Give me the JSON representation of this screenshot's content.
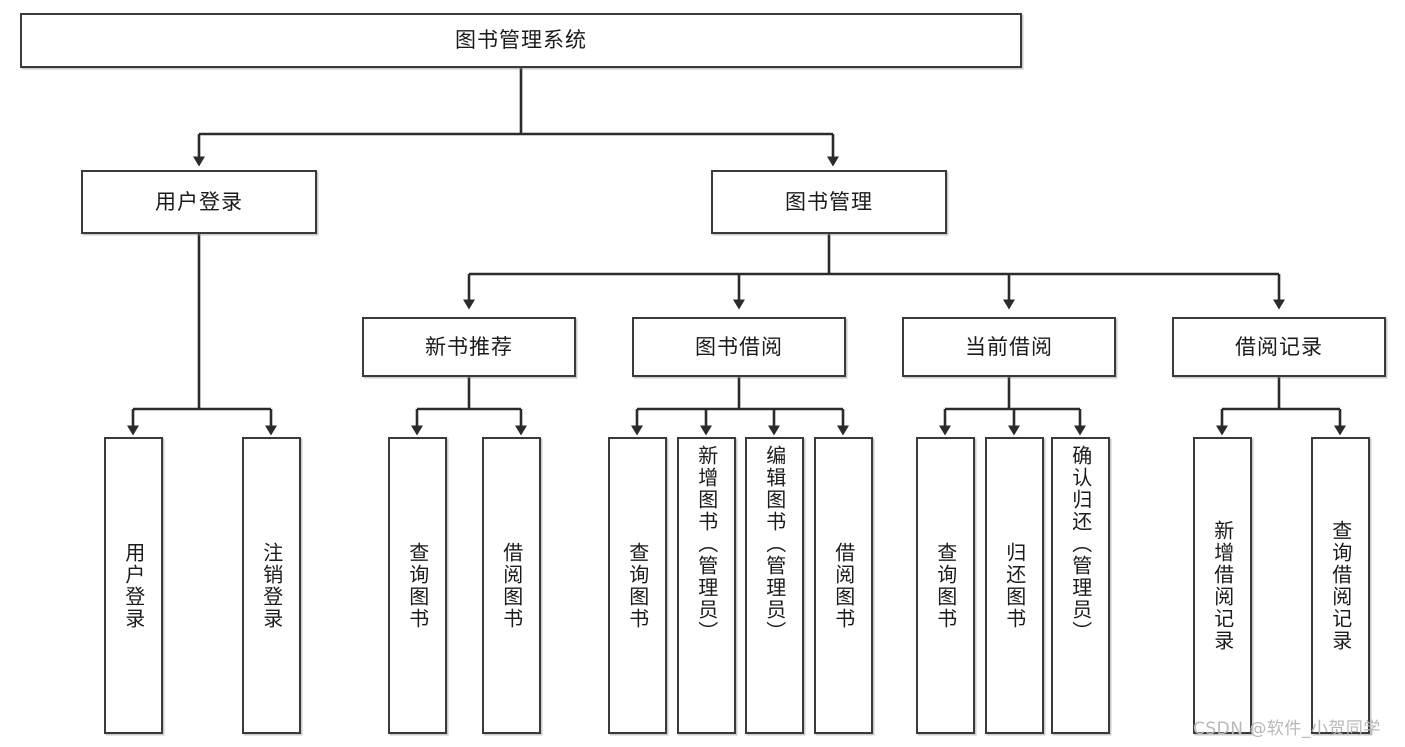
{
  "diagram": {
    "title": "图书管理系统",
    "type": "hierarchy-tree",
    "watermark": "CSDN @软件_小贺同学",
    "colors": {
      "background": "#ffffff",
      "box_border": "#3a3a3a",
      "box_fill": "#ffffff",
      "connector": "#2b2b2b",
      "text": "#1b1b1b",
      "watermark": "#b9b9b9"
    },
    "root": {
      "label": "图书管理系统"
    },
    "level2": [
      {
        "id": "user-login",
        "label": "用户登录"
      },
      {
        "id": "book-manage",
        "label": "图书管理"
      }
    ],
    "level3": [
      {
        "id": "new-book-rec",
        "label": "新书推荐",
        "parent": "book-manage"
      },
      {
        "id": "book-borrow",
        "label": "图书借阅",
        "parent": "book-manage"
      },
      {
        "id": "current-borrow",
        "label": "当前借阅",
        "parent": "book-manage"
      },
      {
        "id": "borrow-record",
        "label": "借阅记录",
        "parent": "book-manage"
      }
    ],
    "leaves": {
      "user-login": [
        {
          "id": "leaf-user-login",
          "label": "用户登录"
        },
        {
          "id": "leaf-user-logout",
          "label": "注销登录"
        }
      ],
      "new-book-rec": [
        {
          "id": "leaf-rec-query-book",
          "label": "查询图书"
        },
        {
          "id": "leaf-rec-borrow-book",
          "label": "借阅图书"
        }
      ],
      "book-borrow": [
        {
          "id": "leaf-borrow-query-book",
          "label": "查询图书"
        },
        {
          "id": "leaf-borrow-add-book",
          "label": "新增图书（管理员）"
        },
        {
          "id": "leaf-borrow-edit-book",
          "label": "编辑图书（管理员）"
        },
        {
          "id": "leaf-borrow-borrow-book",
          "label": "借阅图书"
        }
      ],
      "current-borrow": [
        {
          "id": "leaf-cur-query-book",
          "label": "查询图书"
        },
        {
          "id": "leaf-cur-return-book",
          "label": "归还图书"
        },
        {
          "id": "leaf-cur-confirm-return",
          "label": "确认归还（管理员）"
        }
      ],
      "borrow-record": [
        {
          "id": "leaf-rec-add-record",
          "label": "新增借阅记录"
        },
        {
          "id": "leaf-rec-query-record",
          "label": "查询借阅记录"
        }
      ]
    }
  }
}
